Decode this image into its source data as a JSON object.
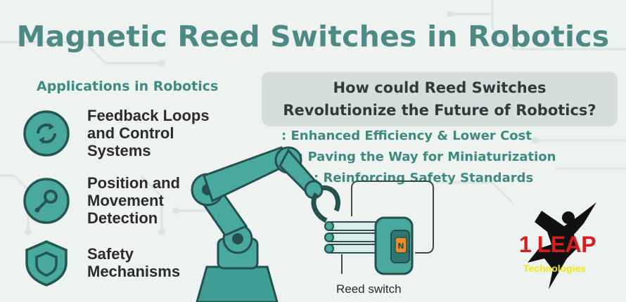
{
  "title": "Magnetic Reed Switches in Robotics",
  "applications": {
    "heading": "Applications in Robotics",
    "items": [
      {
        "lines": [
          "Feedback Loops",
          "and Control",
          "Systems"
        ],
        "icon": "refresh-icon"
      },
      {
        "lines": [
          "Position and",
          "Movement",
          "Detection"
        ],
        "icon": "position-detection-icon"
      },
      {
        "lines": [
          "Safety",
          "Mechanisms"
        ],
        "icon": "shield-icon"
      }
    ]
  },
  "question": {
    "line1": "How could Reed Switches",
    "line2": "Revolutionize the Future of Robotics?"
  },
  "benefits": [
    ": Enhanced Efficiency & Lower Cost",
    ": Paving the Way for Miniaturization",
    ": Reinforcing Safety Standards"
  ],
  "illustration": {
    "reed_label": "Reed switch",
    "magnet_letter": "N"
  },
  "logo": {
    "main": "1 LEAP",
    "sub": "Technologies"
  },
  "colors": {
    "teal": "#4d8a86",
    "accent_red": "#d91c1c",
    "accent_yellow": "#f2e80a"
  }
}
